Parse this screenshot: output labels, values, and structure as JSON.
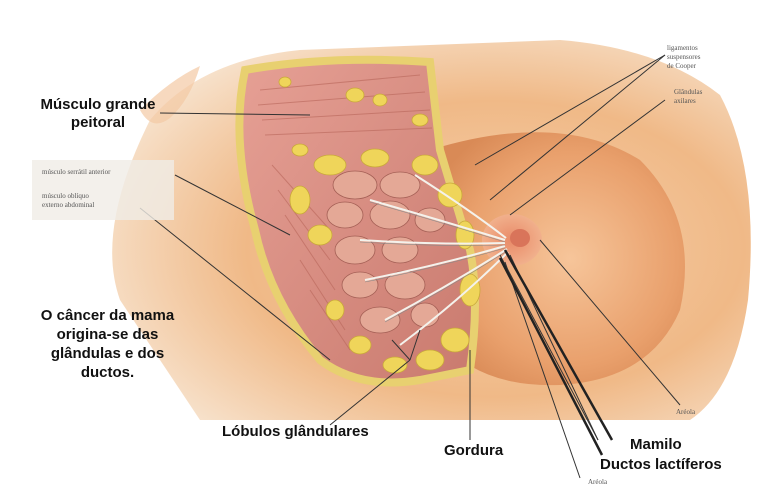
{
  "labels": {
    "musculo": [
      "Músculo grande",
      "peitoral"
    ],
    "cancer": [
      "O câncer da mama",
      "origina-se das",
      "glândulas e dos",
      "ductos."
    ],
    "lobulos": "Lóbulos glândulares",
    "gordura": "Gordura",
    "mamilo": "Mamilo",
    "ductos": "Ductos lactíferos",
    "serratil": "músculo serrátil anterior",
    "obliquo": [
      "músculo oblíquo",
      "externo abdominal"
    ],
    "ligamentos": [
      "ligamentos",
      "suspensores",
      "de Cooper"
    ],
    "ganglios": [
      "Glândulas",
      "axilares"
    ],
    "areola_top": "Aréola",
    "areola_bottom": "Aréola"
  },
  "colors": {
    "skin": "#f2c49a",
    "skin_shadow": "#e0935f",
    "muscle": "#d98a80",
    "fat": "#f0d85a",
    "lobule": "#e0a090",
    "leader_line": "#333333"
  }
}
